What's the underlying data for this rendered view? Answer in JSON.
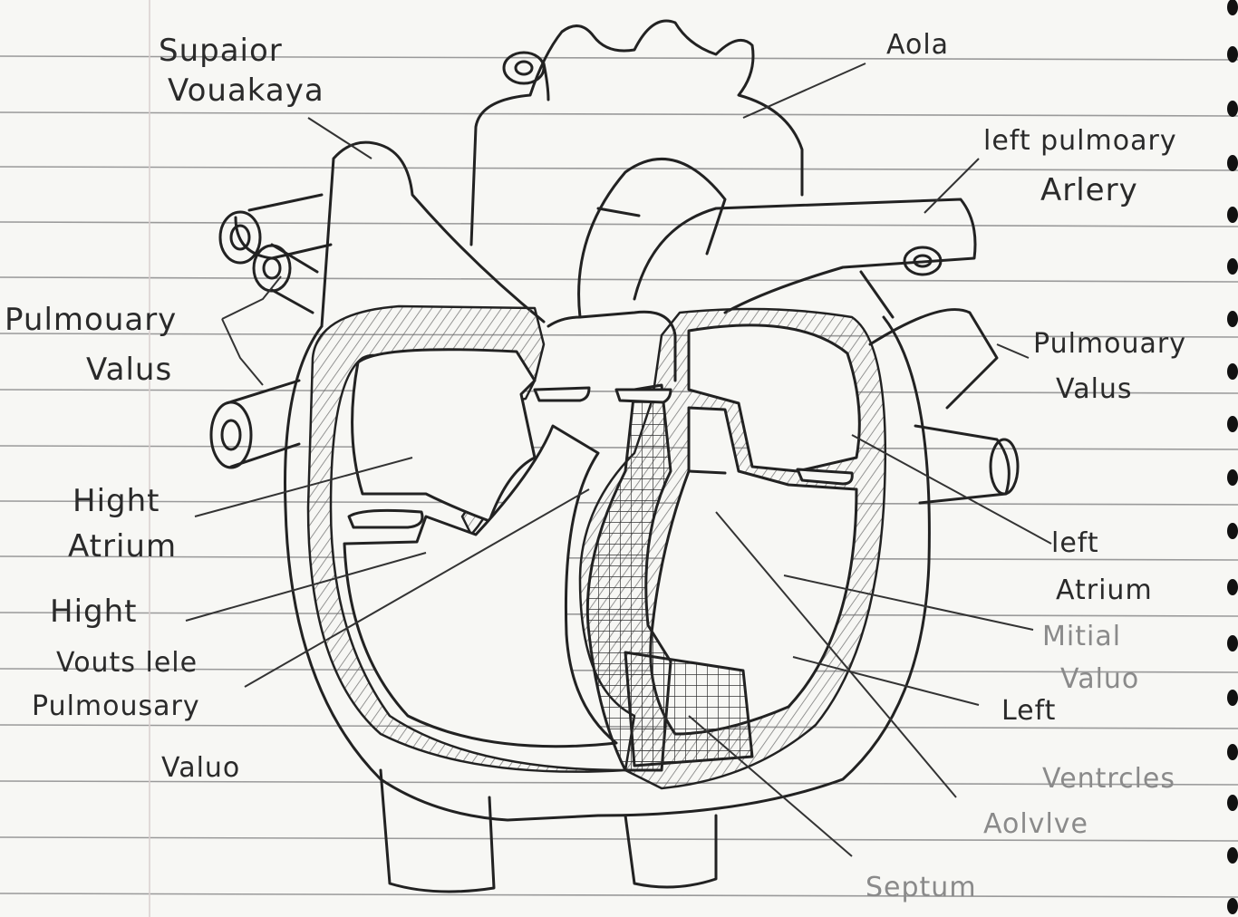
{
  "labels": {
    "superior_vena_cava": {
      "line1": "Supaior",
      "line2": "Vouakaya"
    },
    "aorta": "Aola",
    "left_pulmonary_artery": {
      "line1": "left pulmoary",
      "line2": "Arlery"
    },
    "pulmonary_veins_left": {
      "line1": "Pulmouary",
      "line2": "Valus"
    },
    "pulmonary_veins_right": {
      "line1": "Pulmouary",
      "line2": "Valus"
    },
    "right_atrium": {
      "line1": "Hight",
      "line2": "Atrium"
    },
    "right_ventricle": {
      "line1": "Hight",
      "line2": "Vouts lele"
    },
    "pulmonary_valve": {
      "line1": "Pulmousary",
      "line2": "Valuo"
    },
    "left_atrium": {
      "line1": "left",
      "line2": "Atrium"
    },
    "mitral_valve": {
      "line1": "Mitial",
      "line2": "Valuo"
    },
    "left_ventricle": {
      "line1": "Left",
      "line2": "Ventrcles"
    },
    "aortic_valve": "Aolvlve",
    "septum": "Septum"
  },
  "colors": {
    "ink": "#222222",
    "paper": "#f7f7f4",
    "rule": "#9a9a9a",
    "shade": "#6e6e6e"
  }
}
